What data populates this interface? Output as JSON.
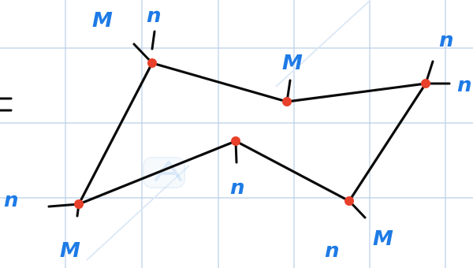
{
  "diagram": {
    "vertices": [
      {
        "id": "A",
        "label": "M"
      },
      {
        "id": "B",
        "label": "M"
      },
      {
        "id": "C",
        "label": "M"
      },
      {
        "id": "D",
        "label": "n"
      },
      {
        "id": "E",
        "label": "n"
      },
      {
        "id": "F",
        "label": "M"
      }
    ],
    "edges": [
      [
        "A",
        "B"
      ],
      [
        "B",
        "C"
      ],
      [
        "C",
        "D"
      ],
      [
        "D",
        "E"
      ],
      [
        "E",
        "F"
      ],
      [
        "F",
        "A"
      ]
    ],
    "labels": {
      "top_left_1": "M",
      "top_left_2": "n",
      "mid_top": "M",
      "right_top": "n",
      "right_side": "n",
      "left_side": "n",
      "bottom_left": "M",
      "center_bottom": "n",
      "bottom_right_1": "n",
      "bottom_right_2": "M"
    },
    "colors": {
      "grid": "#b9cfe8",
      "line": "#0a0a0a",
      "vertex": "#e8402a",
      "label": "#1e7be6"
    }
  }
}
